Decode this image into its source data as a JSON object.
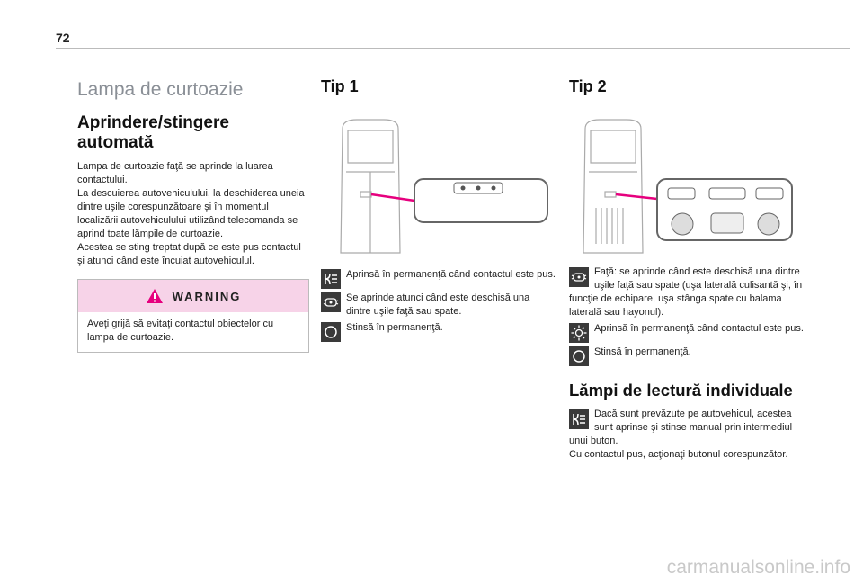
{
  "page_number": "72",
  "col1": {
    "section_title": "Lampa de curtoazie",
    "heading": "Aprindere/stingere automată",
    "body": "Lampa de curtoazie faţă se aprinde la luarea contactului.\nLa descuierea autovehiculului, la deschiderea uneia dintre uşile corespunzătoare şi în momentul localizării autovehiculului utilizând telecomanda se aprind toate lămpile de curtoazie.\nAcestea se sting treptat după ce este pus contactul şi atunci când este încuiat autovehiculul.",
    "warning_title": "WARNING",
    "warning_text": "Aveţi grijă să evitaţi contactul obiectelor cu lampa de curtoazie."
  },
  "col2": {
    "heading": "Tip 1",
    "items": [
      {
        "icon": "lamp-on-icon",
        "text": "Aprinsă în permanenţă când contactul este pus."
      },
      {
        "icon": "door-lamp-icon",
        "text": "Se aprinde atunci când este deschisă una dintre uşile faţă sau spate."
      },
      {
        "icon": "circle-off-icon",
        "text": "Stinsă în permanenţă."
      }
    ]
  },
  "col3": {
    "heading": "Tip 2",
    "item1_text": "Faţă: se aprinde când este deschisă una dintre uşile faţă sau spate (uşa laterală culisantă şi, în funcţie de echipare, uşa stânga spate cu balama laterală sau hayonul).",
    "item2_text": "Aprinsă în permanenţă când contactul este pus.",
    "item3_text": "Stinsă în permanenţă.",
    "heading2": "Lămpi de lectură individuale",
    "reading_text": "Dacă sunt prevăzute pe autovehicul, acestea sunt aprinse şi stinse manual prin intermediul unui buton.\nCu contactul pus, acţionaţi butonul corespunzător."
  },
  "watermark": "carmanualsonline.info",
  "colors": {
    "accent": "#e6007e",
    "icon_bg": "#3a3a3a",
    "warning_bg": "#f7d3e8"
  }
}
